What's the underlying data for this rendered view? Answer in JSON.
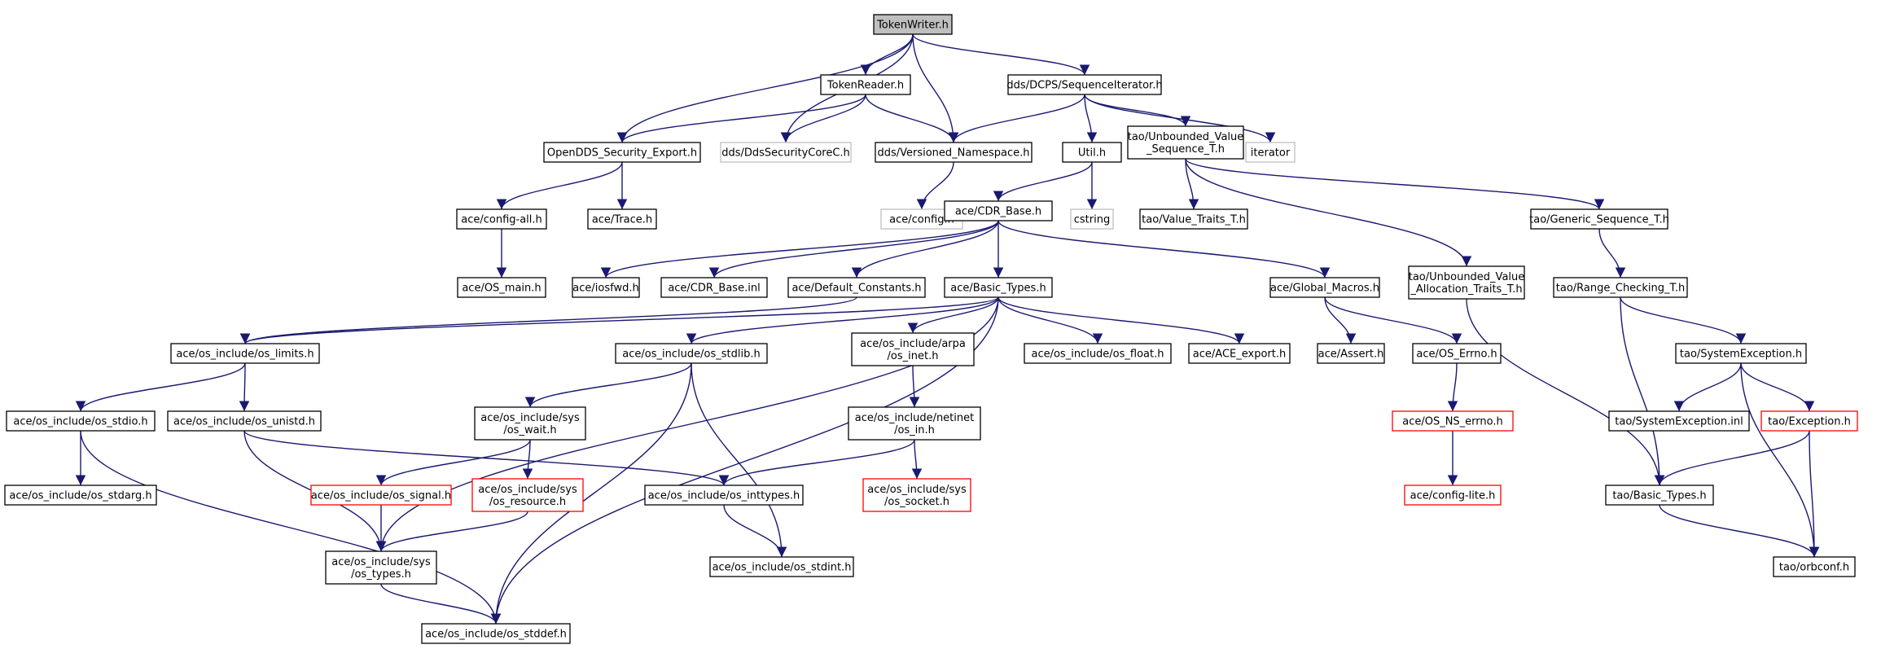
{
  "colors": {
    "edge": "#191970",
    "normal_border": "#000000",
    "missing_border": "#bfbfbf",
    "truncated_border": "#ff0000",
    "root_fill": "#bfbfbf",
    "node_fill": "#ffffff"
  },
  "diagram": {
    "nodes": [
      {
        "id": "tokenwriter",
        "lines": [
          "TokenWriter.h"
        ],
        "kind": "root"
      },
      {
        "id": "tokenreader",
        "lines": [
          "TokenReader.h"
        ],
        "kind": "normal"
      },
      {
        "id": "seqiter",
        "lines": [
          "dds/DCPS/SequenceIterator.h"
        ],
        "kind": "normal"
      },
      {
        "id": "opendds_export",
        "lines": [
          "OpenDDS_Security_Export.h"
        ],
        "kind": "normal"
      },
      {
        "id": "dds_core",
        "lines": [
          "dds/DdsSecurityCoreC.h"
        ],
        "kind": "missing"
      },
      {
        "id": "versioned_ns",
        "lines": [
          "dds/Versioned_Namespace.h"
        ],
        "kind": "normal"
      },
      {
        "id": "util",
        "lines": [
          "Util.h"
        ],
        "kind": "normal"
      },
      {
        "id": "unbounded_value_seq",
        "lines": [
          "tao/Unbounded_Value",
          "_Sequence_T.h"
        ],
        "kind": "normal"
      },
      {
        "id": "iterator",
        "lines": [
          "iterator"
        ],
        "kind": "missing"
      },
      {
        "id": "config_all",
        "lines": [
          "ace/config-all.h"
        ],
        "kind": "normal"
      },
      {
        "id": "trace",
        "lines": [
          "ace/Trace.h"
        ],
        "kind": "normal"
      },
      {
        "id": "ace_config",
        "lines": [
          "ace/config.h"
        ],
        "kind": "missing"
      },
      {
        "id": "cdr_base",
        "lines": [
          "ace/CDR_Base.h"
        ],
        "kind": "normal"
      },
      {
        "id": "cstring",
        "lines": [
          "cstring"
        ],
        "kind": "missing"
      },
      {
        "id": "value_traits",
        "lines": [
          "tao/Value_Traits_T.h"
        ],
        "kind": "normal"
      },
      {
        "id": "generic_seq",
        "lines": [
          "tao/Generic_Sequence_T.h"
        ],
        "kind": "normal"
      },
      {
        "id": "os_main",
        "lines": [
          "ace/OS_main.h"
        ],
        "kind": "normal"
      },
      {
        "id": "iosfwd",
        "lines": [
          "ace/iosfwd.h"
        ],
        "kind": "normal"
      },
      {
        "id": "cdr_inl",
        "lines": [
          "ace/CDR_Base.inl"
        ],
        "kind": "normal"
      },
      {
        "id": "default_constants",
        "lines": [
          "ace/Default_Constants.h"
        ],
        "kind": "normal"
      },
      {
        "id": "basic_types",
        "lines": [
          "ace/Basic_Types.h"
        ],
        "kind": "normal"
      },
      {
        "id": "global_macros",
        "lines": [
          "ace/Global_Macros.h"
        ],
        "kind": "normal"
      },
      {
        "id": "unbounded_alloc",
        "lines": [
          "tao/Unbounded_Value",
          "_Allocation_Traits_T.h"
        ],
        "kind": "normal"
      },
      {
        "id": "range_checking",
        "lines": [
          "tao/Range_Checking_T.h"
        ],
        "kind": "normal"
      },
      {
        "id": "os_limits",
        "lines": [
          "ace/os_include/os_limits.h"
        ],
        "kind": "normal"
      },
      {
        "id": "os_stdlib",
        "lines": [
          "ace/os_include/os_stdlib.h"
        ],
        "kind": "normal"
      },
      {
        "id": "arpa_inet",
        "lines": [
          "ace/os_include/arpa",
          "/os_inet.h"
        ],
        "kind": "normal"
      },
      {
        "id": "os_float",
        "lines": [
          "ace/os_include/os_float.h"
        ],
        "kind": "normal"
      },
      {
        "id": "ace_export",
        "lines": [
          "ace/ACE_export.h"
        ],
        "kind": "normal"
      },
      {
        "id": "assert",
        "lines": [
          "ace/Assert.h"
        ],
        "kind": "normal"
      },
      {
        "id": "os_errno",
        "lines": [
          "ace/OS_Errno.h"
        ],
        "kind": "normal"
      },
      {
        "id": "system_exception",
        "lines": [
          "tao/SystemException.h"
        ],
        "kind": "normal"
      },
      {
        "id": "os_stdio",
        "lines": [
          "ace/os_include/os_stdio.h"
        ],
        "kind": "normal"
      },
      {
        "id": "os_unistd",
        "lines": [
          "ace/os_include/os_unistd.h"
        ],
        "kind": "normal"
      },
      {
        "id": "sys_wait",
        "lines": [
          "ace/os_include/sys",
          "/os_wait.h"
        ],
        "kind": "normal"
      },
      {
        "id": "netinet_in",
        "lines": [
          "ace/os_include/netinet",
          "/os_in.h"
        ],
        "kind": "normal"
      },
      {
        "id": "os_ns_errno",
        "lines": [
          "ace/OS_NS_errno.h"
        ],
        "kind": "truncated"
      },
      {
        "id": "system_exception_inl",
        "lines": [
          "tao/SystemException.inl"
        ],
        "kind": "normal"
      },
      {
        "id": "tao_exception",
        "lines": [
          "tao/Exception.h"
        ],
        "kind": "truncated"
      },
      {
        "id": "os_stdarg",
        "lines": [
          "ace/os_include/os_stdarg.h"
        ],
        "kind": "normal"
      },
      {
        "id": "os_signal",
        "lines": [
          "ace/os_include/os_signal.h"
        ],
        "kind": "truncated"
      },
      {
        "id": "sys_resource",
        "lines": [
          "ace/os_include/sys",
          "/os_resource.h"
        ],
        "kind": "truncated"
      },
      {
        "id": "os_inttypes",
        "lines": [
          "ace/os_include/os_inttypes.h"
        ],
        "kind": "normal"
      },
      {
        "id": "sys_socket",
        "lines": [
          "ace/os_include/sys",
          "/os_socket.h"
        ],
        "kind": "truncated"
      },
      {
        "id": "config_lite",
        "lines": [
          "ace/config-lite.h"
        ],
        "kind": "truncated"
      },
      {
        "id": "tao_basic_types",
        "lines": [
          "tao/Basic_Types.h"
        ],
        "kind": "normal"
      },
      {
        "id": "sys_types",
        "lines": [
          "ace/os_include/sys",
          "/os_types.h"
        ],
        "kind": "normal"
      },
      {
        "id": "os_stdint",
        "lines": [
          "ace/os_include/os_stdint.h"
        ],
        "kind": "normal"
      },
      {
        "id": "orbconf",
        "lines": [
          "tao/orbconf.h"
        ],
        "kind": "normal"
      },
      {
        "id": "os_stddef",
        "lines": [
          "ace/os_include/os_stddef.h"
        ],
        "kind": "normal"
      }
    ],
    "edges": [
      [
        "tokenwriter",
        "tokenreader"
      ],
      [
        "tokenwriter",
        "opendds_export"
      ],
      [
        "tokenwriter",
        "dds_core"
      ],
      [
        "tokenwriter",
        "versioned_ns"
      ],
      [
        "tokenwriter",
        "seqiter"
      ],
      [
        "tokenreader",
        "opendds_export"
      ],
      [
        "tokenreader",
        "dds_core"
      ],
      [
        "tokenreader",
        "versioned_ns"
      ],
      [
        "seqiter",
        "versioned_ns"
      ],
      [
        "seqiter",
        "util"
      ],
      [
        "seqiter",
        "unbounded_value_seq"
      ],
      [
        "seqiter",
        "iterator"
      ],
      [
        "opendds_export",
        "config_all"
      ],
      [
        "opendds_export",
        "trace"
      ],
      [
        "versioned_ns",
        "ace_config"
      ],
      [
        "util",
        "cdr_base"
      ],
      [
        "util",
        "cstring"
      ],
      [
        "unbounded_value_seq",
        "value_traits"
      ],
      [
        "unbounded_value_seq",
        "unbounded_alloc"
      ],
      [
        "unbounded_value_seq",
        "generic_seq"
      ],
      [
        "config_all",
        "os_main"
      ],
      [
        "cdr_base",
        "iosfwd"
      ],
      [
        "cdr_base",
        "cdr_inl"
      ],
      [
        "cdr_base",
        "default_constants"
      ],
      [
        "cdr_base",
        "basic_types"
      ],
      [
        "cdr_base",
        "global_macros"
      ],
      [
        "generic_seq",
        "range_checking"
      ],
      [
        "default_constants",
        "os_limits"
      ],
      [
        "basic_types",
        "os_limits"
      ],
      [
        "basic_types",
        "os_stdlib"
      ],
      [
        "basic_types",
        "arpa_inet"
      ],
      [
        "basic_types",
        "os_float"
      ],
      [
        "basic_types",
        "ace_export"
      ],
      [
        "basic_types",
        "sys_types"
      ],
      [
        "basic_types",
        "os_stddef"
      ],
      [
        "global_macros",
        "assert"
      ],
      [
        "global_macros",
        "os_errno"
      ],
      [
        "unbounded_alloc",
        "tao_basic_types"
      ],
      [
        "range_checking",
        "system_exception"
      ],
      [
        "range_checking",
        "tao_basic_types"
      ],
      [
        "os_limits",
        "os_stdio"
      ],
      [
        "os_limits",
        "os_unistd"
      ],
      [
        "os_stdlib",
        "sys_wait"
      ],
      [
        "os_stdlib",
        "os_stdint"
      ],
      [
        "os_stdlib",
        "os_stddef"
      ],
      [
        "arpa_inet",
        "netinet_in"
      ],
      [
        "os_errno",
        "os_ns_errno"
      ],
      [
        "system_exception",
        "system_exception_inl"
      ],
      [
        "system_exception",
        "tao_exception"
      ],
      [
        "system_exception",
        "orbconf"
      ],
      [
        "os_stdio",
        "os_stdarg"
      ],
      [
        "os_stdio",
        "os_stddef"
      ],
      [
        "os_unistd",
        "os_inttypes"
      ],
      [
        "os_unistd",
        "sys_types"
      ],
      [
        "sys_wait",
        "os_signal"
      ],
      [
        "sys_wait",
        "sys_resource"
      ],
      [
        "netinet_in",
        "os_inttypes"
      ],
      [
        "netinet_in",
        "sys_socket"
      ],
      [
        "os_ns_errno",
        "config_lite"
      ],
      [
        "tao_exception",
        "tao_basic_types"
      ],
      [
        "tao_exception",
        "orbconf"
      ],
      [
        "os_signal",
        "sys_types"
      ],
      [
        "sys_resource",
        "sys_types"
      ],
      [
        "os_inttypes",
        "os_stdint"
      ],
      [
        "tao_basic_types",
        "orbconf"
      ],
      [
        "sys_types",
        "os_stddef"
      ]
    ]
  }
}
